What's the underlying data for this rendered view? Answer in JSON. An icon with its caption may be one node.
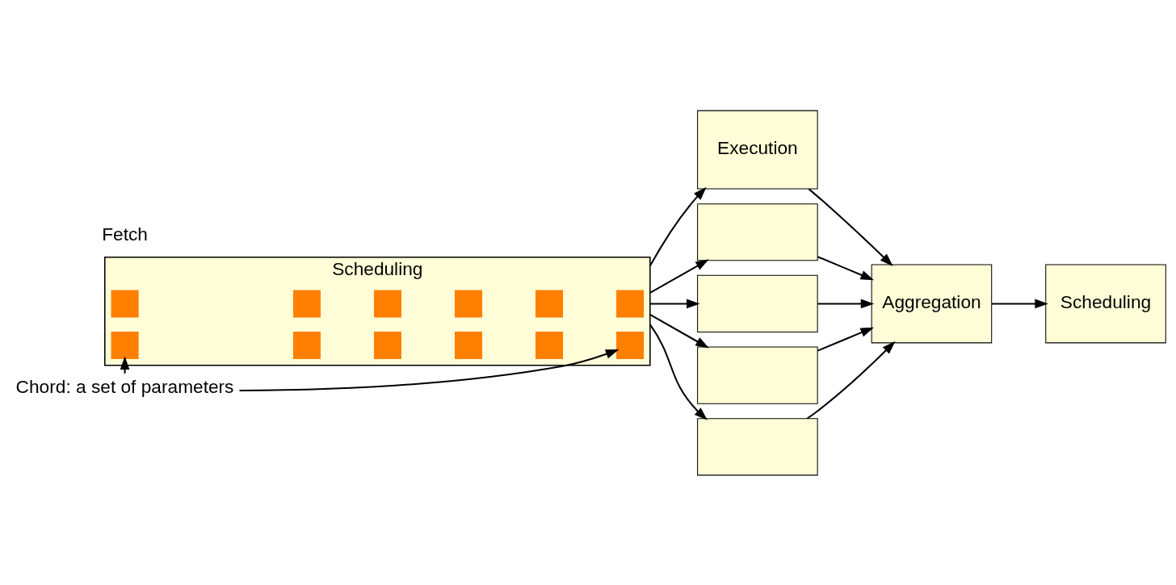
{
  "diagram": {
    "nodes": [
      {
        "text": [
          "Scheduling"
        ]
      },
      {
        "text": [],
        "shape": "box",
        "in": 0
      },
      {
        "text": [],
        "shape": "box",
        "in": 0
      },
      {
        "text": [],
        "shape": "box",
        "in": 0
      },
      {
        "text": [],
        "shape": "box",
        "in": 0
      },
      {
        "text": [],
        "shape": "box",
        "in": 0
      },
      {
        "text": [],
        "shape": "box",
        "in": 0
      },
      {
        "text": [],
        "shape": "box",
        "in": 0
      },
      {
        "text": [],
        "shape": "box",
        "in": 0
      },
      {
        "text": [],
        "shape": "box",
        "in": 0
      },
      {
        "text": [],
        "shape": "box",
        "in": 0
      },
      {
        "text": [],
        "shape": "box",
        "in": 0
      },
      {
        "text": [],
        "shape": "box",
        "in": 0
      },
      {
        "text": [
          "Execution"
        ]
      },
      {
        "text": [],
        "shape": "box"
      },
      {
        "text": [],
        "shape": "box"
      },
      {
        "text": [],
        "shape": "box"
      },
      {
        "text": [],
        "shape": "box"
      },
      {
        "text": [
          "Aggregation"
        ]
      },
      {
        "text": [
          "Scheduling"
        ]
      },
      {
        "text": [
          "Chord: a set of parameters"
        ]
      }
    ],
    "edges": [
      {
        "from": 0,
        "to": 13,
        "arrow": "to"
      },
      {
        "from": 0,
        "to": 14,
        "arrow": "to"
      },
      {
        "from": 0,
        "to": 15,
        "arrow": "to"
      },
      {
        "from": 0,
        "to": 16,
        "arrow": "to"
      },
      {
        "from": 0,
        "to": 17,
        "arrow": "to"
      },
      {
        "from": 13,
        "to": 18,
        "arrow": "to"
      },
      {
        "from": 14,
        "to": 18,
        "arrow": "to"
      },
      {
        "from": 15,
        "to": 18,
        "arrow": "to"
      },
      {
        "from": 16,
        "to": 18,
        "arrow": "to"
      },
      {
        "from": 17,
        "to": 18,
        "arrow": "to"
      },
      {
        "from": 18,
        "to": 19,
        "arrow": "to"
      },
      {
        "from": 20,
        "to": 7,
        "arrow": "to"
      },
      {
        "from": 20,
        "to": 12,
        "arrow": "to"
      }
    ],
    "labels": [
      "Fetch"
    ]
  }
}
